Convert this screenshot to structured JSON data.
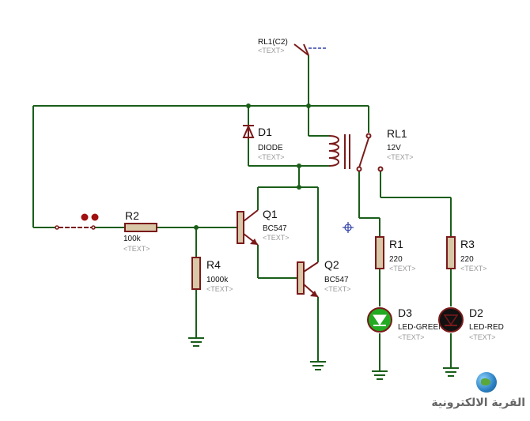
{
  "labels": {
    "rl1_terminal": {
      "name": "RL1(C2)",
      "text": "<TEXT>"
    },
    "d1": {
      "name": "D1",
      "value": "DIODE",
      "text": "<TEXT>"
    },
    "rl1": {
      "name": "RL1",
      "value": "12V",
      "text": "<TEXT>"
    },
    "r2": {
      "name": "R2",
      "value": "100k",
      "text": "<TEXT>"
    },
    "q1": {
      "name": "Q1",
      "value": "BC547",
      "text": "<TEXT>"
    },
    "r4": {
      "name": "R4",
      "value": "1000k",
      "text": "<TEXT>"
    },
    "q2": {
      "name": "Q2",
      "value": "BC547",
      "text": "<TEXT>"
    },
    "r1": {
      "name": "R1",
      "value": "220",
      "text": "<TEXT>"
    },
    "r3": {
      "name": "R3",
      "value": "220",
      "text": "<TEXT>"
    },
    "d3": {
      "name": "D3",
      "value": "LED-GREEN",
      "text": "<TEXT>"
    },
    "d2": {
      "name": "D2",
      "value": "LED-RED",
      "text": "<TEXT>"
    }
  },
  "colors": {
    "wire": "#1a5e1a",
    "component": "#7a1a1a",
    "resistor_body": "#d8c8a8",
    "led_green": "#22aa22",
    "led_red": "#111111"
  },
  "logo": {
    "text": "القرية الالكترونية"
  }
}
